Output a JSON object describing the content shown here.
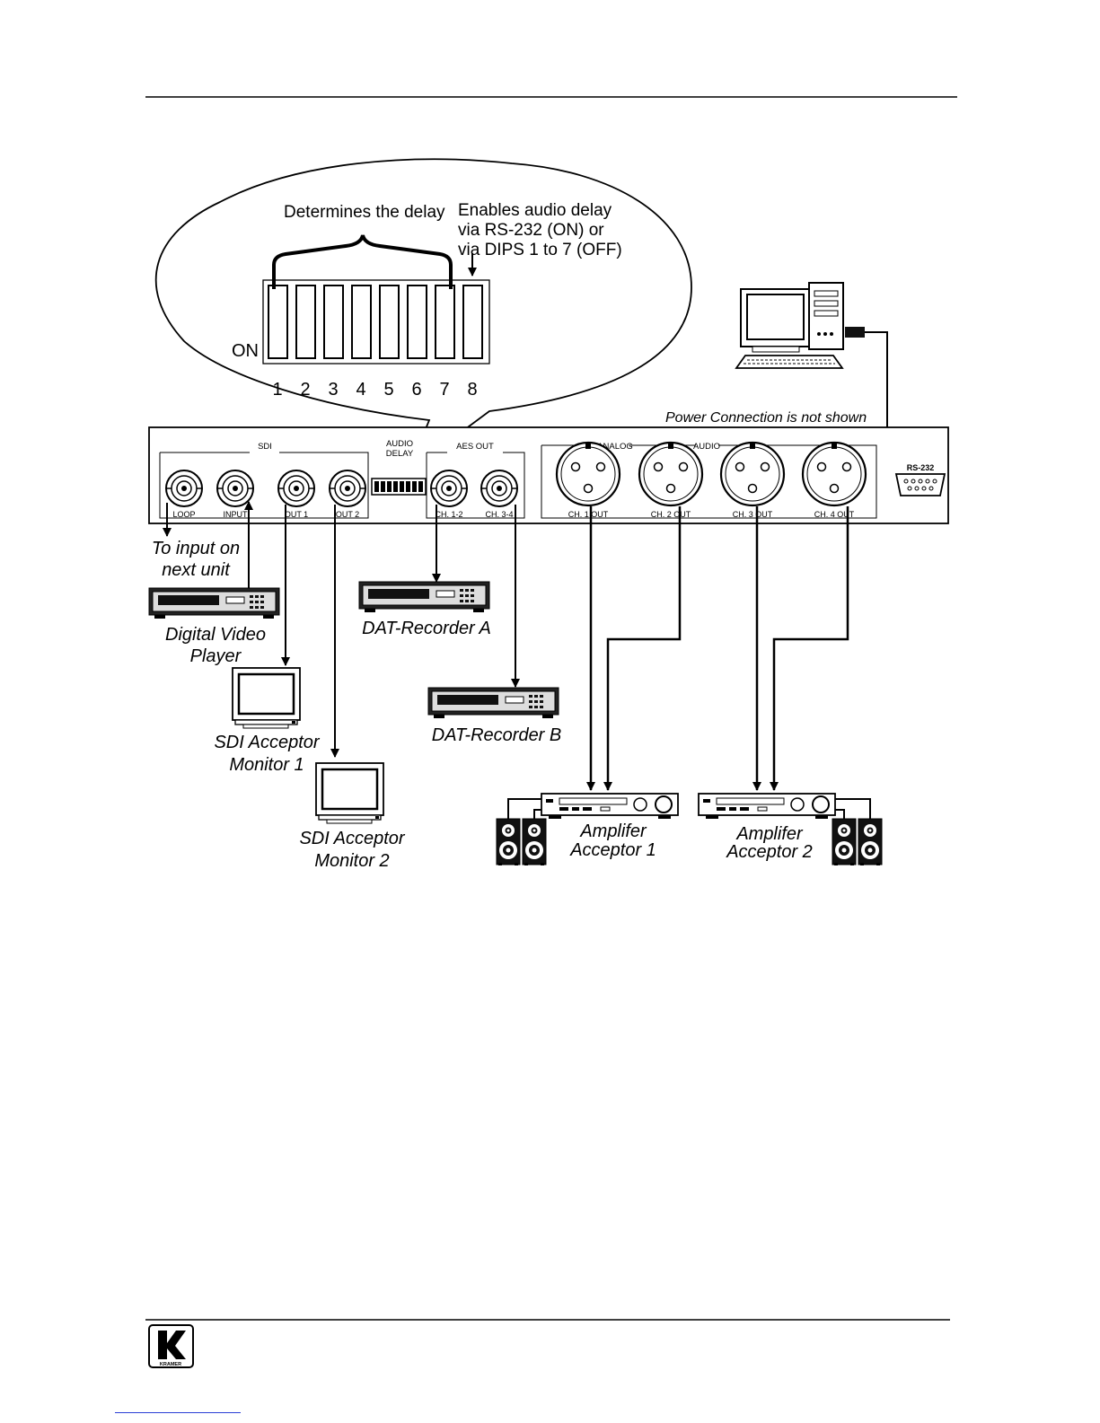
{
  "callout": {
    "delay_label": "Determines the delay",
    "enable_label": [
      "Enables audio delay",
      "via RS-232 (ON) or",
      "via DIPS 1 to 7 (OFF)"
    ],
    "on_label": "ON",
    "dip_numbers": [
      "1",
      "2",
      "3",
      "4",
      "5",
      "6",
      "7",
      "8"
    ]
  },
  "panel": {
    "power_note": "Power Connection is not shown",
    "sdi_group": "SDI",
    "audio_delay": [
      "AUDIO",
      "DELAY"
    ],
    "aes_group": "AES OUT",
    "analog_label": "ANALOG",
    "audio_label": "AUDIO",
    "rs232": "RS-232",
    "connectors": [
      "LOOP",
      "INPUT",
      "OUT 1",
      "OUT 2"
    ],
    "aes_connectors": [
      "CH. 1-2",
      "CH. 3-4"
    ],
    "analog_connectors": [
      "CH. 1 OUT",
      "CH. 2 OUT",
      "CH. 3 OUT",
      "CH. 4 OUT"
    ]
  },
  "devices": {
    "loop_target": [
      "To input on",
      "next unit"
    ],
    "video_player": [
      "Digital Video",
      "Player"
    ],
    "monitor1": [
      "SDI Acceptor",
      "Monitor 1"
    ],
    "monitor2": [
      "SDI Acceptor",
      "Monitor 2"
    ],
    "dat_a": "DAT-Recorder A",
    "dat_b": "DAT-Recorder B",
    "amp1": [
      "Amplifer",
      "Acceptor 1"
    ],
    "amp2": [
      "Amplifer",
      "Acceptor 2"
    ]
  },
  "footer": {
    "logo_text": "KRAMER"
  }
}
